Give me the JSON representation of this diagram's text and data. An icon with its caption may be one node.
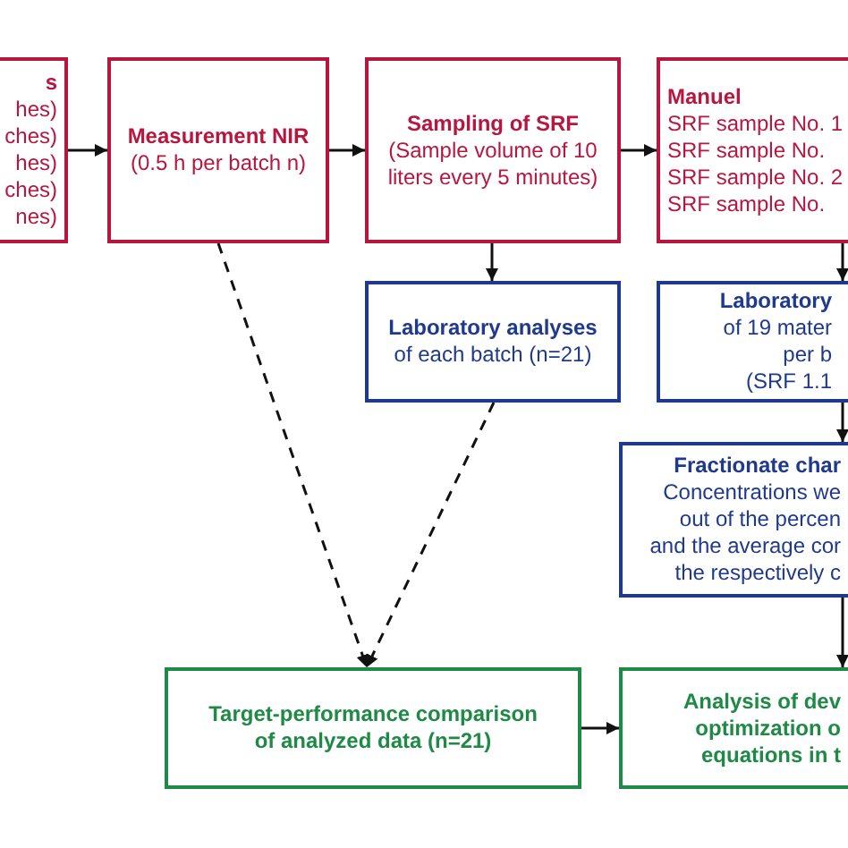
{
  "diagram": {
    "nodes": [
      {
        "text": [
          "s",
          "hes)",
          "ches)",
          "hes)",
          "ches)",
          "nes)"
        ]
      },
      {
        "text": [
          "Measurement NIR",
          "(0.5 h per batch n)"
        ]
      },
      {
        "text": [
          "Sampling of SRF",
          "(Sample volume of 10 liters every 5 minutes)"
        ]
      },
      {
        "text": [
          "Manuel",
          "SRF sample No. 1",
          "SRF sample No.",
          "SRF sample No. 2",
          "SRF sample No."
        ]
      },
      {
        "text": [
          "Laboratory analyses",
          "of each batch (n=21)"
        ]
      },
      {
        "text": [
          "Laboratory",
          "of 19 mater",
          "per b",
          "(SRF 1.1"
        ]
      },
      {
        "text": [
          "Fractionate char",
          "Concentrations we",
          "out of the percen",
          "and the average cor",
          "the respectively c"
        ]
      },
      {
        "text": [
          "Target-performance comparison of analyzed data (n=21)"
        ]
      },
      {
        "text": [
          "Analysis of dev",
          "optimization o",
          "equations in t"
        ]
      }
    ],
    "edges": [
      {
        "from": 0,
        "to": 1,
        "arrow": "to"
      },
      {
        "from": 1,
        "to": 2,
        "arrow": "to"
      },
      {
        "from": 2,
        "to": 3,
        "arrow": "to"
      },
      {
        "from": 2,
        "to": 4,
        "arrow": "to"
      },
      {
        "from": 3,
        "to": 5,
        "arrow": "to"
      },
      {
        "from": 5,
        "to": 6,
        "arrow": "to"
      },
      {
        "from": 6,
        "to": 8,
        "arrow": "to"
      },
      {
        "from": 1,
        "to": 7,
        "arrow": "to",
        "style": "dashed"
      },
      {
        "from": 4,
        "to": 7,
        "arrow": "to",
        "style": "dashed"
      },
      {
        "from": 7,
        "to": 8,
        "arrow": "to"
      }
    ]
  }
}
